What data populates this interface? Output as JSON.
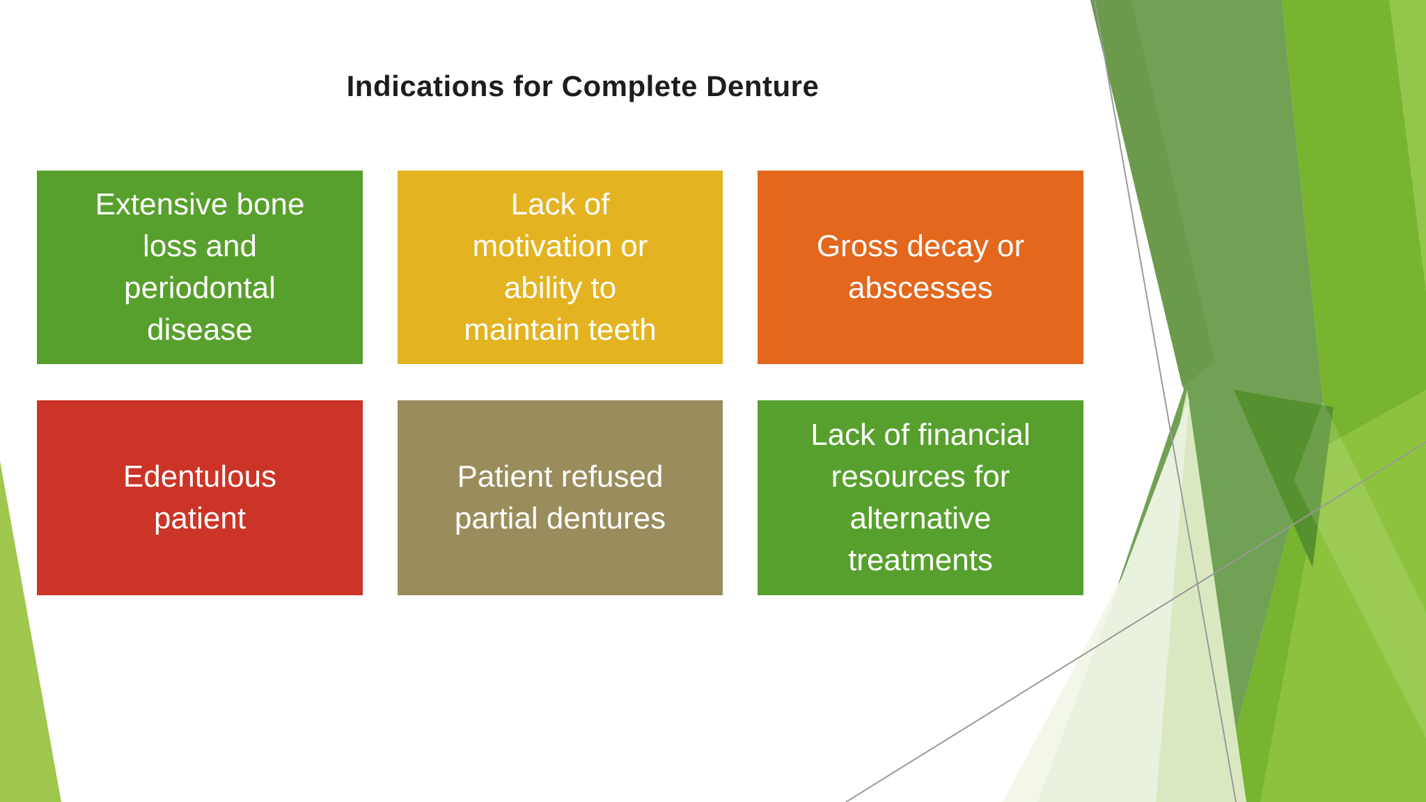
{
  "slide": {
    "title": "Indications for Complete Denture",
    "title_color": "#1d1d1b",
    "background": "#ffffff"
  },
  "box_text_color": "#ffffff",
  "boxes": [
    {
      "label": "Extensive bone\nloss and\nperiodontal\ndisease",
      "color": "#58A02D"
    },
    {
      "label": "Lack of\nmotivation or\nability to\nmaintain teeth",
      "color": "#E3B322"
    },
    {
      "label": "Gross decay or\nabscesses",
      "color": "#E3671C"
    },
    {
      "label": "Edentulous\npatient",
      "color": "#CB3426"
    },
    {
      "label": "Patient refused\npartial dentures",
      "color": "#9A8C5C"
    },
    {
      "label": "Lack of financial\nresources for\nalternative\ntreatments",
      "color": "#58A02D"
    }
  ],
  "decoration": {
    "medium_green": "#71A154",
    "dark_wedge_green": "#6B9A4C",
    "bright_green": "#77B42F",
    "light_green_top_right": "#92C74B",
    "light_green_bottom_right": "#8DC33C",
    "dark_notch_green": "#55912E",
    "pale_faint_green": "#F2F7EA",
    "pale_deep_green": "#DAE8C2",
    "pale_light_green": "#E9F2DE",
    "corner_wedge_green": "#9FC74D",
    "highlight": "rgba(255,255,255,0.13)",
    "line_gray": "#999999"
  }
}
